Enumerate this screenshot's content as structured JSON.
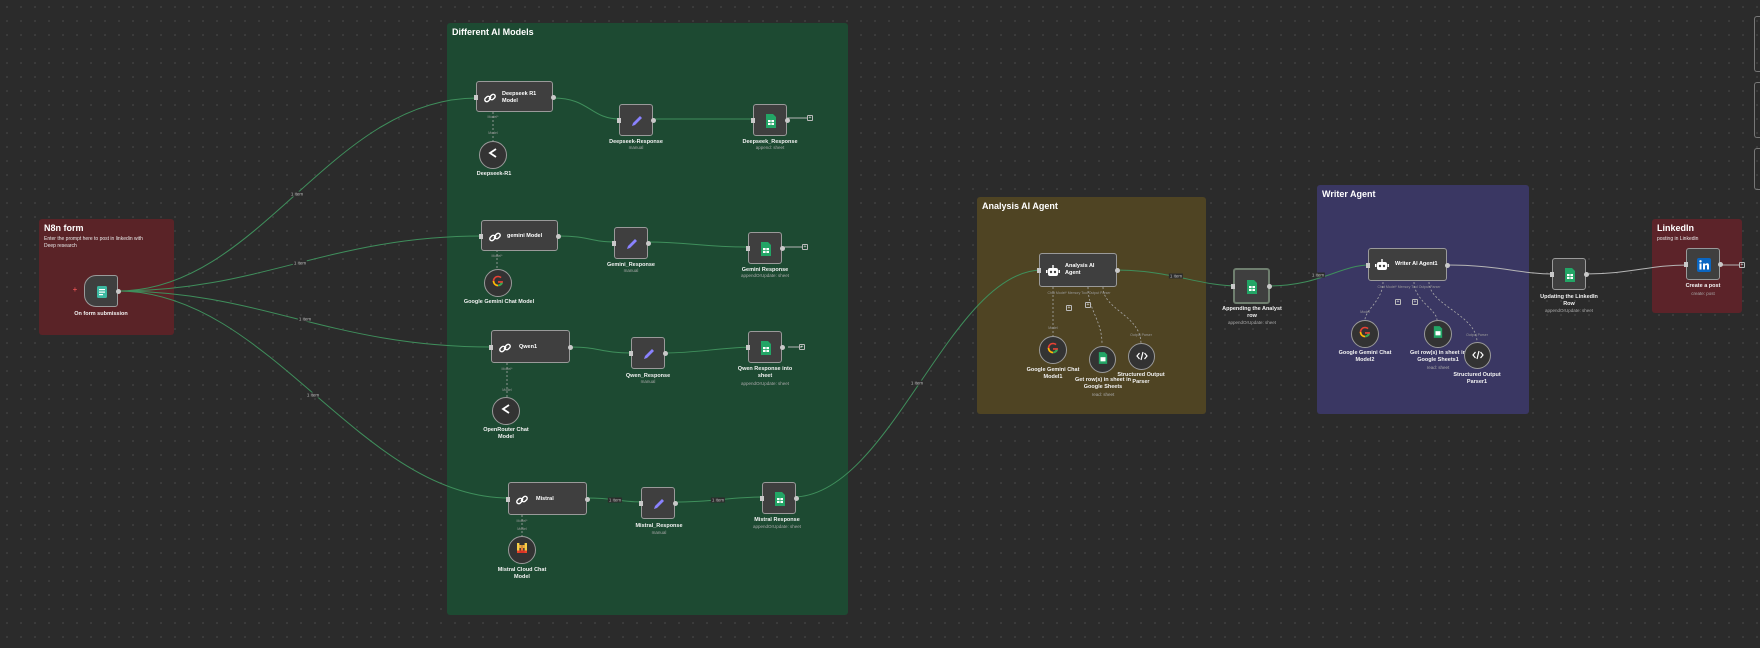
{
  "groups": {
    "form": {
      "title": "N8n form",
      "subtitle": "Enter the prompt here to post in linkedin with Deep research"
    },
    "models": {
      "title": "Different AI Models"
    },
    "analysis": {
      "title": "Analysis AI Agent"
    },
    "writer": {
      "title": "Writer Agent"
    },
    "linkedin": {
      "title": "LinkedIn",
      "subtitle": "posting in Linkedin"
    }
  },
  "nodes": {
    "form_trigger": {
      "title": "On form submission"
    },
    "deepseek_chain": {
      "label": "Deepseek R1 Model"
    },
    "deepseek_model": {
      "title": "Deepseek-R1",
      "tag_top": "Model*",
      "tag_bottom": "Model"
    },
    "deepseek_edit": {
      "title": "Deepseek-Response",
      "sub": "manual"
    },
    "deepseek_sheet": {
      "title": "Deepseek_Response",
      "sub": "append: sheet"
    },
    "gemini_chain": {
      "label": "gemini Model"
    },
    "gemini_model": {
      "title": "Google Gemini Chat Model",
      "tag_top": "Model*"
    },
    "gemini_edit": {
      "title": "Gemini_Response",
      "sub": "manual"
    },
    "gemini_sheet": {
      "title": "Gemini Response",
      "sub": "appendOrUpdate: sheet"
    },
    "qwen_chain": {
      "label": "Qwen1"
    },
    "qwen_model": {
      "title": "OpenRouter Chat Model",
      "tag_top": "Model*",
      "tag_bottom": "Model"
    },
    "qwen_edit": {
      "title": "Qwen_Response",
      "sub": "manual"
    },
    "qwen_sheet": {
      "title": "Qwen Response into sheet",
      "sub": "appendOrUpdate: sheet"
    },
    "mistral_chain": {
      "label": "Mistral"
    },
    "mistral_model": {
      "title": "Mistral Cloud Chat Model",
      "tag_top": "Model*",
      "tag_bottom": "Model"
    },
    "mistral_edit": {
      "title": "Mistral_Response",
      "sub": "manual"
    },
    "mistral_sheet": {
      "title": "Mistral Response",
      "sub": "appendOrUpdate: sheet"
    },
    "analysis_agent": {
      "label": "Analysis AI Agent",
      "ports": "Chat Model*   Memory   Tool   Output Parser"
    },
    "analysis_gemini": {
      "title": "Google Gemini Chat Model1",
      "tag": "Model"
    },
    "analysis_getrows": {
      "title": "Get row(s) in sheet in Google Sheets",
      "sub": "read: sheet"
    },
    "analysis_parser": {
      "title": "Structured Output Parser",
      "tag": "Output Parser"
    },
    "append_analyst": {
      "title": "Appending the Analyst row",
      "sub": "appendOrUpdate: sheet"
    },
    "writer_agent": {
      "label": "Writer AI Agent1",
      "ports": "Chat Model*   Memory   Tool   Output Parser"
    },
    "writer_gemini": {
      "title": "Google Gemini Chat Model2",
      "tag": "Model"
    },
    "writer_getrows": {
      "title": "Get row(s) in sheet in Google Sheets1",
      "sub": "read: sheet"
    },
    "writer_parser": {
      "title": "Structured Output Parser1",
      "tag": "Output Parser"
    },
    "update_linkedin": {
      "title": "Updating the LinkedIn Row",
      "sub": "appendOrUpdate: sheet"
    },
    "create_post": {
      "title": "Create a post",
      "sub": "create: post"
    }
  },
  "edges": {
    "item_label": "1 item"
  },
  "colors": {
    "form": "#5a2327",
    "models": "#1d4a32",
    "analysis": "#4f4423",
    "writer": "#3a3763",
    "linkedin": "#5c2329",
    "edge_green": "#3f8f5c",
    "sheets": "#23a566",
    "edit": "#8a82ff",
    "linkedin_blue": "#0a66c2"
  },
  "icons": {
    "form_trigger": "form-icon",
    "chain": "link-icon",
    "edit": "pencil-icon",
    "sheet": "google-sheets-icon",
    "openrouter": "openrouter-icon",
    "gemini": "google-icon",
    "mistral": "mistral-icon",
    "agent": "robot-icon",
    "parser": "code-icon",
    "linkedin": "linkedin-icon"
  }
}
